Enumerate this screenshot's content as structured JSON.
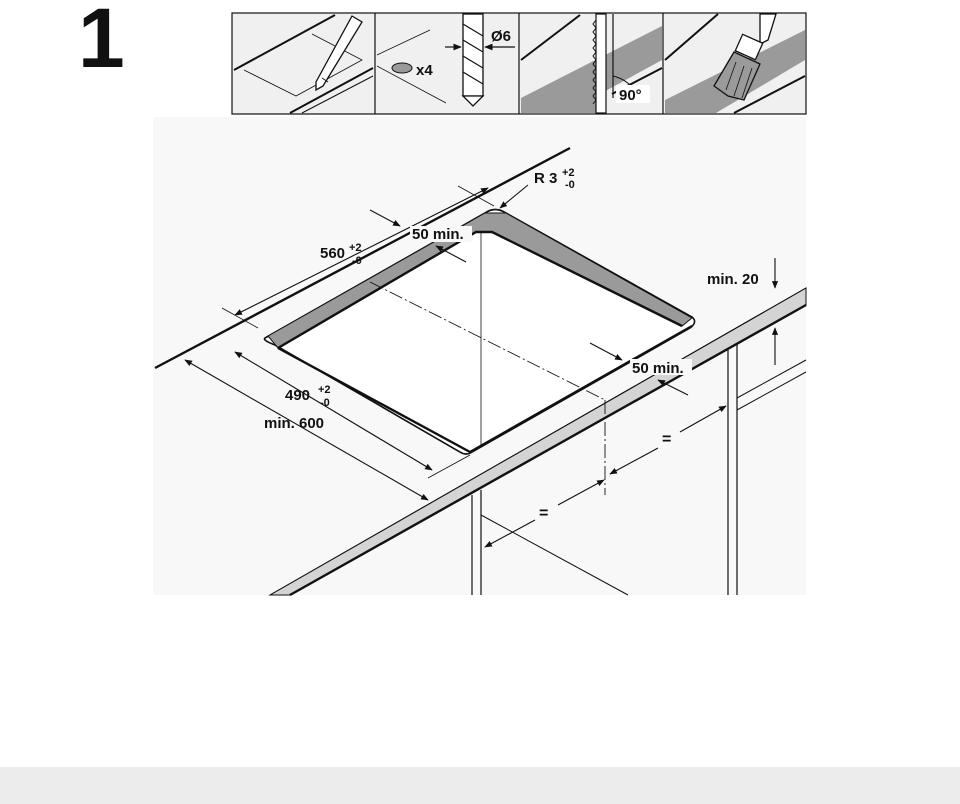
{
  "step": {
    "number": "1"
  },
  "tool_panels": {
    "drill": {
      "diameter": "Ø6",
      "count": "x4"
    },
    "saw": {
      "angle": "90°"
    }
  },
  "dimensions": {
    "corner_radius": {
      "base": "R 3",
      "tol_upper": "+2",
      "tol_lower": "-0"
    },
    "cutout_depth": {
      "base": "560",
      "tol_upper": "+2",
      "tol_lower": "-0"
    },
    "cutout_width": {
      "base": "490",
      "tol_upper": "+2",
      "tol_lower": "-0"
    },
    "back_clearance": "50 min.",
    "side_clearance": "50 min.",
    "countertop_depth": "min. 600",
    "countertop_thickness": "min. 20",
    "equal_left": "=",
    "equal_right": "="
  },
  "colors": {
    "ink": "#111111",
    "shade": "#9a9a9a",
    "panel_bg": "#f0f0f0",
    "drawing_bg": "#f8f8f8"
  }
}
